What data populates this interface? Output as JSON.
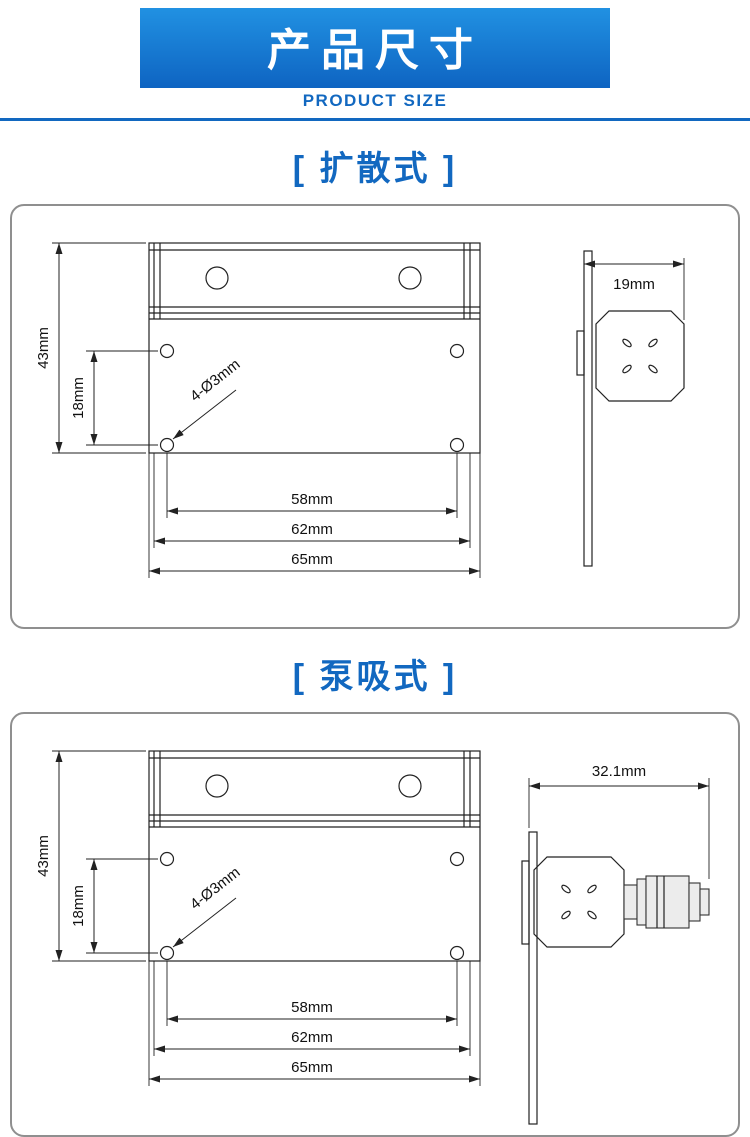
{
  "header": {
    "title": "产品尺寸",
    "subtitle": "PRODUCT SIZE"
  },
  "sections": {
    "diffusion": {
      "heading": "[ 扩散式 ]",
      "dims": {
        "overall_height": "43mm",
        "hole_row_spacing": "18mm",
        "mount_holes": "4-Ø3mm",
        "hole_col_spacing": "58mm",
        "bracket_width": "62mm",
        "overall_width": "65mm",
        "side_depth": "19mm"
      }
    },
    "pump": {
      "heading": "[ 泵吸式 ]",
      "dims": {
        "overall_height": "43mm",
        "hole_row_spacing": "18mm",
        "mount_holes": "4-Ø3mm",
        "hole_col_spacing": "58mm",
        "bracket_width": "62mm",
        "overall_width": "65mm",
        "side_depth": "32.1mm"
      }
    }
  },
  "colors": {
    "banner_top": "#2191e2",
    "banner_bottom": "#0e64c2",
    "accent": "#1268c0",
    "drawing_line": "#222222",
    "panel_border": "#8f8f8f"
  }
}
